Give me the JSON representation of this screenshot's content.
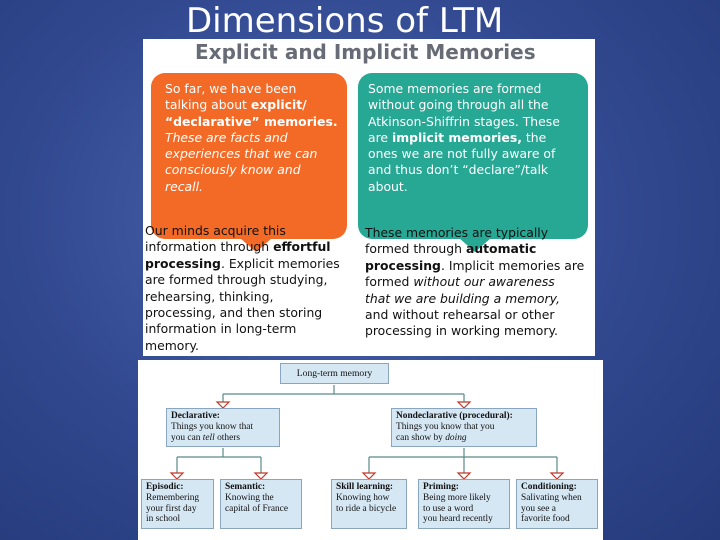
{
  "slide": {
    "title": "Dimensions of LTM"
  },
  "top_image": {
    "heading": "Explicit and Implicit Memories",
    "explicit_bubble": {
      "l1": "So far, we have been",
      "l2a": "talking about ",
      "l2b": "explicit/",
      "l3": "“declarative” memories.",
      "l4": "These are facts and",
      "l5": "experiences that we can",
      "l6": "consciously know and",
      "l7": "recall."
    },
    "implicit_bubble": {
      "l1": "Some memories are formed",
      "l2": "without going through all the",
      "l3": "Atkinson-Shiffrin stages. These",
      "l4a": "are ",
      "l4b": "implicit memories,",
      "l4c": " the",
      "l5": "ones we are not fully aware of",
      "l6": "and thus don’t “declare”/talk",
      "l7": "about."
    },
    "explicit_text": {
      "l1": "Our minds acquire this",
      "l2a": "information through ",
      "l2b": "effortful",
      "l3a": "processing",
      "l3b": ". Explicit memories",
      "l4": "are formed through studying,",
      "l5": "rehearsing, thinking,",
      "l6": "processing, and then storing",
      "l7": "information in long-term",
      "l8": "memory."
    },
    "implicit_text": {
      "l1": "These memories are typically",
      "l2a": "formed through ",
      "l2b": "automatic",
      "l3a": "processing",
      "l3b": ". Implicit memories are",
      "l4a": "formed ",
      "l4b": "without our awareness",
      "l5": "that we are building a memory,",
      "l6": "and without rehearsal or other",
      "l7": "processing in working memory."
    }
  },
  "diagram": {
    "root": "Long-term memory",
    "declarative": {
      "title": "Declarative:",
      "l1": "Things you know that",
      "l2a": "you can ",
      "l2b": "tell",
      "l2c": " others"
    },
    "nondeclarative": {
      "title": "Nondeclarative (procedural):",
      "l1": "Things you know that you",
      "l2a": "can show by ",
      "l2b": "doing"
    },
    "episodic": {
      "title": "Episodic:",
      "l1": "Remembering",
      "l2": "your first day",
      "l3": "in school"
    },
    "semantic": {
      "title": "Semantic:",
      "l1": "Knowing the",
      "l2": "capital of France"
    },
    "skill": {
      "title": "Skill learning:",
      "l1": "Knowing how",
      "l2": "to ride a bicycle"
    },
    "priming": {
      "title": "Priming:",
      "l1": "Being more likely",
      "l2": "to use a word",
      "l3": "you heard recently"
    },
    "conditioning": {
      "title": "Conditioning:",
      "l1": "Salivating when",
      "l2": "you see a",
      "l3": "favorite food"
    }
  },
  "colors": {
    "background": "#31488f",
    "explicit": "#f26a26",
    "implicit": "#26a894",
    "box_fill": "#d6e7f4",
    "arrow": "#c0392b"
  }
}
